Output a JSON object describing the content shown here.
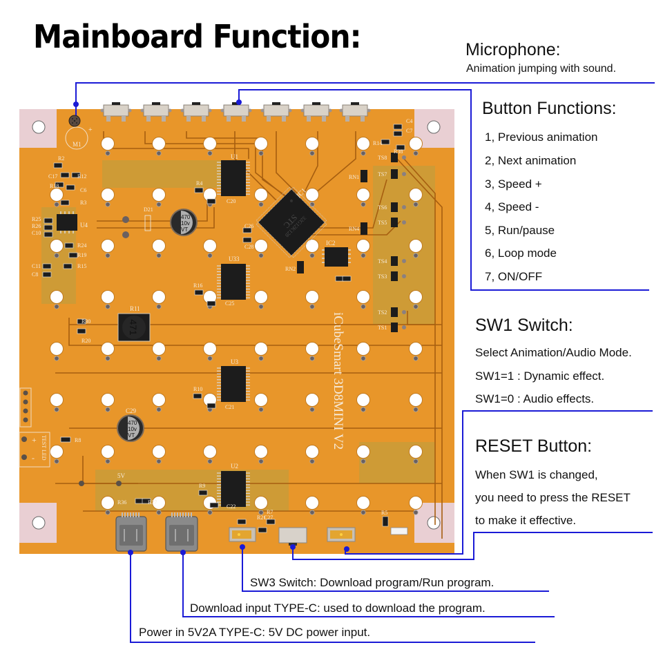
{
  "title": "Mainboard Function:",
  "microphone": {
    "heading": "Microphone:",
    "description": "Animation jumping with sound."
  },
  "buttons": {
    "heading": "Button Functions:",
    "items": [
      "1, Previous animation",
      "2, Next animation",
      "3, Speed +",
      "4, Speed -",
      "5, Run/pause",
      "6, Loop mode",
      "7, ON/OFF"
    ]
  },
  "sw1": {
    "heading": "SW1 Switch:",
    "lines": [
      "Select Animation/Audio Mode.",
      "SW1=1 : Dynamic effect.",
      "SW1=0 : Audio effects."
    ]
  },
  "reset": {
    "heading": "RESET Button:",
    "lines": [
      "When SW1 is changed,",
      "you need to press the RESET",
      "to make it effective."
    ]
  },
  "sw3": {
    "text": "SW3 Switch: Download program/Run program."
  },
  "download": {
    "text": "Download input TYPE-C: used to download the program."
  },
  "power": {
    "text": "Power in 5V2A TYPE-C: 5V DC power input."
  },
  "board": {
    "silkscreen": "iCubeSmart  3D8MINI V2",
    "mcu_brand": "STC",
    "mcu_part": "32G12K128",
    "capacitor_value": [
      "470",
      "10v",
      "VT"
    ],
    "inductor_value": "471",
    "labels": {
      "mic": "M1",
      "u1": "U1",
      "u2": "U2",
      "u3": "U3",
      "u33": "U33",
      "u4": "U4",
      "ic1": "IC1",
      "ic2": "IC2",
      "rn1": "RN1",
      "rn2": "RN2",
      "rn4": "RN4",
      "r11": "R11",
      "c29": "C29",
      "d21": "D21",
      "c20": "C20",
      "c21": "C21",
      "c22": "C22",
      "c25": "C25",
      "c26": "C26",
      "c28": "C28",
      "r4": "R4",
      "r9": "R9",
      "r10": "R10",
      "r16": "R16",
      "r5": "R5",
      "r7": "R7",
      "r21": "R21",
      "c27": "C27",
      "r36": "R36",
      "r37": "R37",
      "v5": "5V",
      "r8": "R8",
      "r2": "R2",
      "c17": "C17",
      "r12": "R12",
      "r18": "R18",
      "c6": "C6",
      "r3": "R3",
      "r25": "R25",
      "r26": "R26",
      "c10": "C10",
      "r24": "R24",
      "r19": "R19",
      "r15": "R15",
      "c11": "C11",
      "c8": "C8",
      "r30": "R30",
      "r20": "R20",
      "c4": "C4",
      "c7": "C7",
      "r14": "R14",
      "r38": "R38",
      "ts": [
        "TS8",
        "TS7",
        "TS6",
        "TS5",
        "TS4",
        "TS3",
        "TS2",
        "TS1"
      ],
      "test_led": "TEST LED",
      "plus": "+",
      "minus": "-"
    }
  },
  "colors": {
    "callout_line": "#1a1ad6",
    "pcb_orange": "#e8962a",
    "pcb_trace": "#b86a12",
    "pcb_ground_fill": "#a89a3a",
    "corner_pad": "#e9cfd3"
  }
}
